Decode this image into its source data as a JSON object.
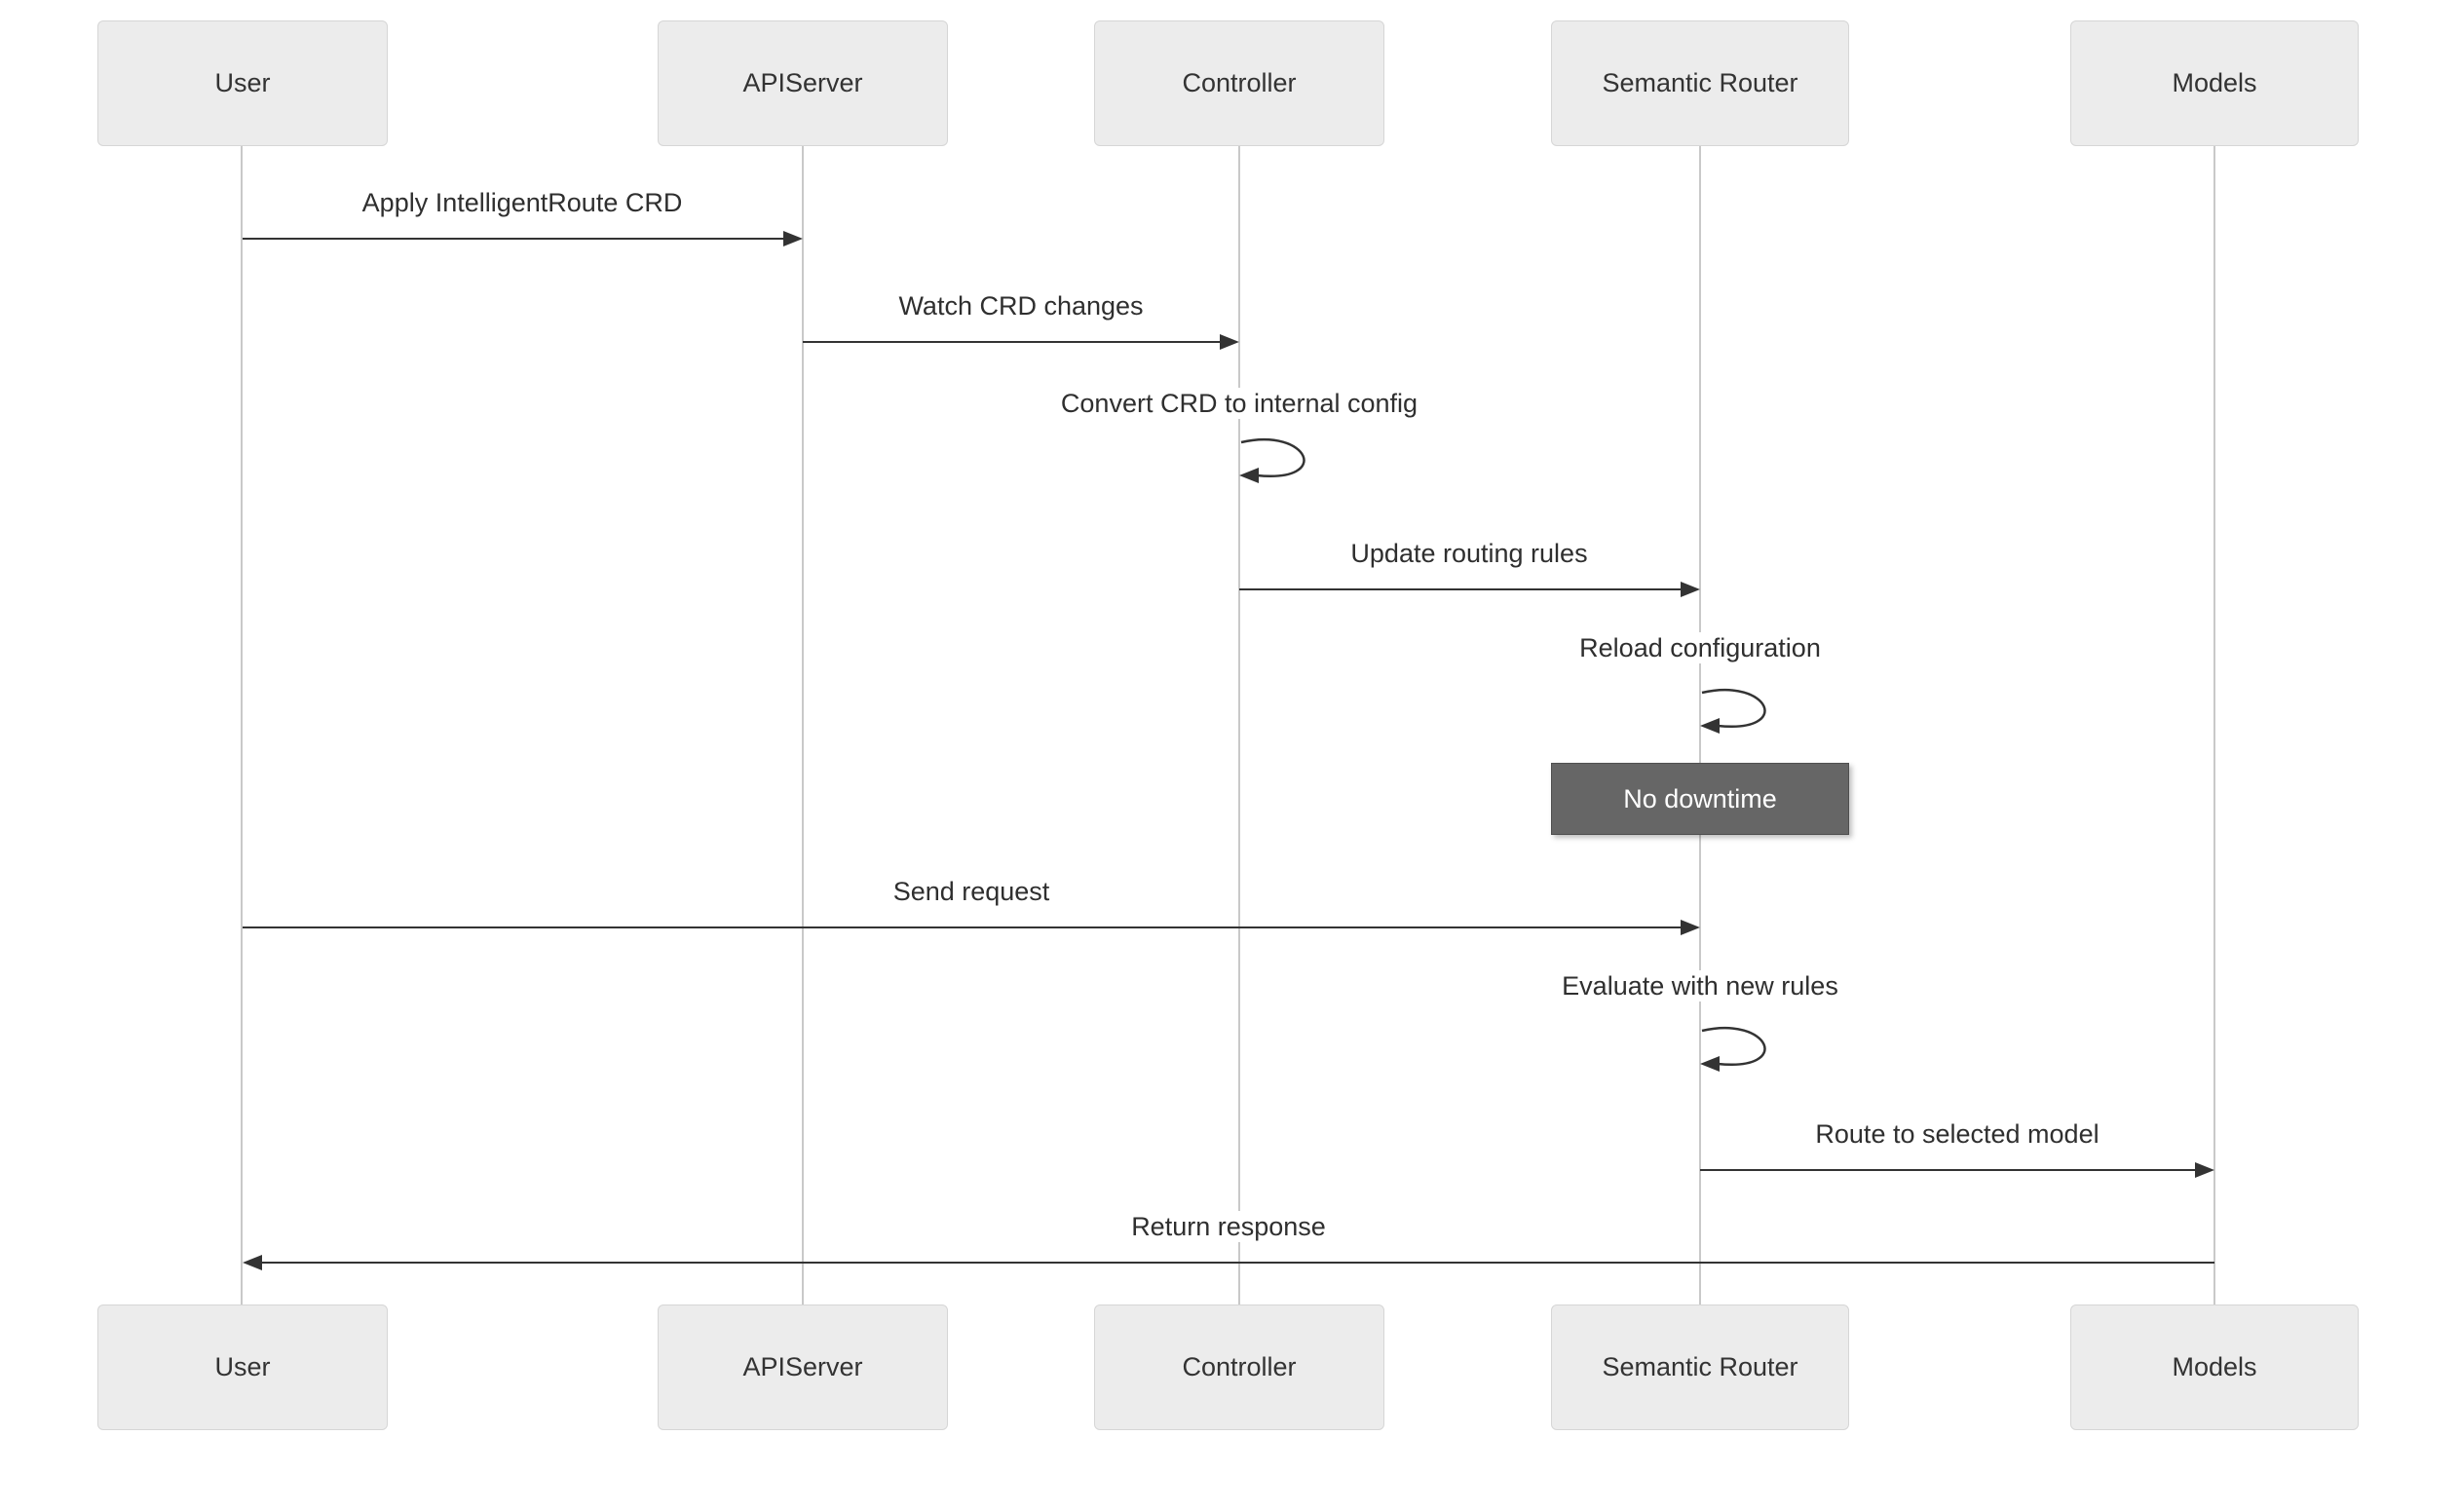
{
  "diagram": {
    "type": "sequence-diagram",
    "actors": [
      {
        "id": "user",
        "label": "User"
      },
      {
        "id": "apiserver",
        "label": "APIServer"
      },
      {
        "id": "controller",
        "label": "Controller"
      },
      {
        "id": "semantic-router",
        "label": "Semantic Router"
      },
      {
        "id": "models",
        "label": "Models"
      }
    ],
    "messages": [
      {
        "from": "User",
        "to": "APIServer",
        "kind": "solid-arrow",
        "text": "Apply IntelligentRoute CRD"
      },
      {
        "from": "APIServer",
        "to": "Controller",
        "kind": "solid-arrow",
        "text": "Watch CRD changes"
      },
      {
        "from": "Controller",
        "to": "Controller",
        "kind": "self-loop",
        "text": "Convert CRD to internal config"
      },
      {
        "from": "Controller",
        "to": "Semantic Router",
        "kind": "solid-arrow",
        "text": "Update routing rules"
      },
      {
        "from": "Semantic Router",
        "to": "Semantic Router",
        "kind": "self-loop",
        "text": "Reload configuration"
      },
      {
        "over": "Semantic Router",
        "kind": "note",
        "text": "No downtime"
      },
      {
        "from": "User",
        "to": "Semantic Router",
        "kind": "solid-arrow",
        "text": "Send request"
      },
      {
        "from": "Semantic Router",
        "to": "Semantic Router",
        "kind": "self-loop",
        "text": "Evaluate with new rules"
      },
      {
        "from": "Semantic Router",
        "to": "Models",
        "kind": "solid-arrow",
        "text": "Route to selected model"
      },
      {
        "from": "Models",
        "to": "User",
        "kind": "solid-arrow",
        "text": "Return response"
      }
    ],
    "colors": {
      "background": "#ffffff",
      "actor_fill": "#ececec",
      "actor_border": "#d6d6d6",
      "lifeline": "#c9c9c9",
      "arrow": "#333333",
      "label_text": "#2f2f2f",
      "note_fill": "#666666",
      "note_text": "#ffffff"
    }
  }
}
